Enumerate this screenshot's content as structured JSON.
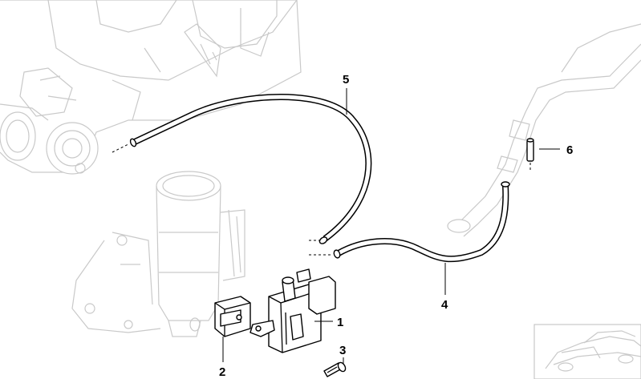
{
  "callouts": {
    "c1": "1",
    "c2": "2",
    "c3": "3",
    "c4": "4",
    "c5": "5",
    "c6": "6"
  },
  "colors": {
    "line": "#000000",
    "ghost": "#c9c9c9",
    "background": "#ffffff"
  }
}
